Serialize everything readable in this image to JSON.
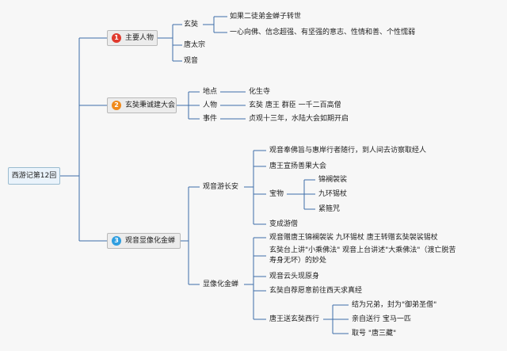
{
  "colors": {
    "line": "#3d6ea8",
    "badge_1": "#e03a2e",
    "badge_2": "#f08a1c",
    "badge_3": "#2f9ee0"
  },
  "root": {
    "label": "西游记第12回"
  },
  "topics": [
    {
      "badge": "1",
      "label": "主要人物",
      "items": [
        {
          "label": "玄奘",
          "details": [
            "如果二徒弟金蝉子转世",
            "一心向佛、信念超强、有坚强的意志、性情和善、个性懦弱"
          ]
        },
        {
          "label": "唐太宗"
        },
        {
          "label": "观音"
        }
      ]
    },
    {
      "badge": "2",
      "label": "玄奘秉诚建大会",
      "items": [
        {
          "label": "地点",
          "value": "化生寺"
        },
        {
          "label": "人物",
          "value": "玄奘 唐王 群臣 一千二百高僧"
        },
        {
          "label": "事件",
          "value": "贞观十三年，水陆大会如期开启"
        }
      ]
    },
    {
      "badge": "3",
      "label": "观音显像化金蝉",
      "groups": [
        {
          "label": "观音游长安",
          "items": [
            "观音奉佛旨与惠岸行者随行，到人间去访察取经人",
            "唐王宣扬善果大会",
            {
              "label": "宝物",
              "children": [
                "锦襕袈裟",
                "九环锡杖",
                "紧箍咒"
              ]
            },
            "变成游僧"
          ]
        },
        {
          "label": "显像化金蝉",
          "items": [
            "观音赠唐王锦襕袈裟 九环锡杖 唐王转赠玄奘袈裟锡杖",
            "玄奘台上讲\"小乘佛法\" 观音上台讲述\"大乘佛法\"（渡亡脱苦 寿身无坏）的妙处",
            "观音云头现原身",
            "玄奘自荐愿意前往西天求真经",
            {
              "label": "唐王送玄奘西行",
              "children": [
                "结为兄弟，封为\"御弟圣僧\"",
                "亲自送行 宝马一匹",
                "取号 \"唐三藏\""
              ]
            }
          ]
        }
      ]
    }
  ]
}
